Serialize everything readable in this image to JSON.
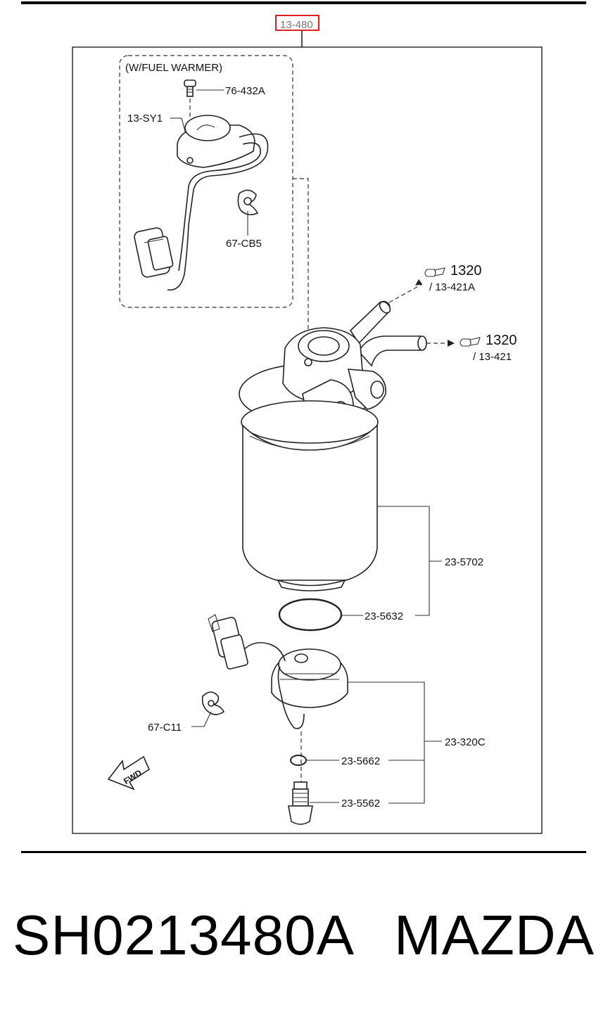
{
  "diagram": {
    "assembly_ref": "13-480",
    "option_box_label": "(W/FUEL WARMER)",
    "callouts": {
      "bolt": "76-432A",
      "warmer": "13-SY1",
      "clip_top": "67-CB5",
      "hose_a_num": "1320",
      "hose_a_sub": "/ 13-421A",
      "hose_b_num": "1320",
      "hose_b_sub": "/ 13-421",
      "element": "23-5702",
      "oring_large": "23-5632",
      "clip_bottom": "67-C11",
      "sensor_assy": "23-320C",
      "oring_small": "23-5662",
      "drain_plug": "23-5562",
      "fwd_arrow": "FWD"
    }
  },
  "footer": {
    "part_number": "SH0213480A",
    "brand": "MAZDA"
  }
}
